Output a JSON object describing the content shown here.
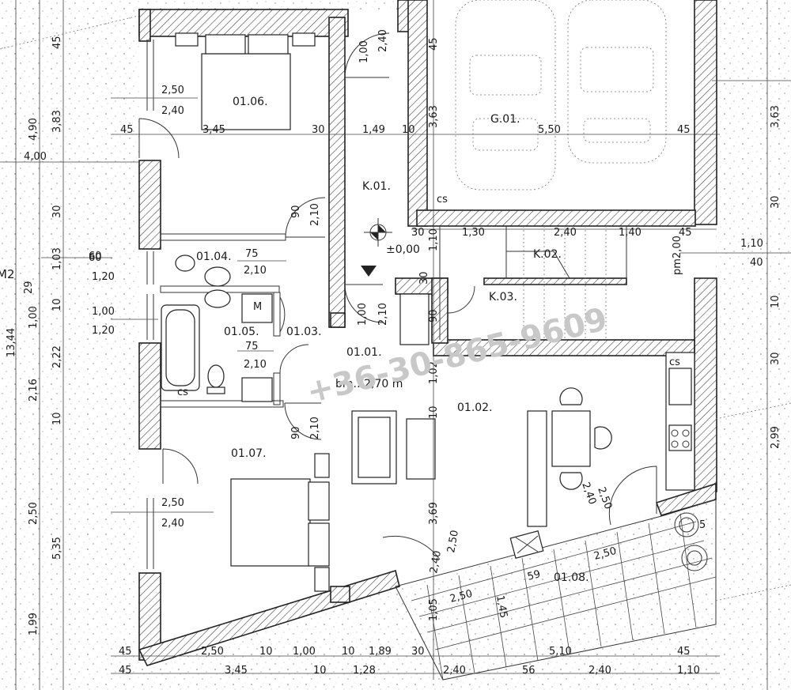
{
  "watermark": "+36-30-865-9609",
  "rooms": {
    "r0106": "01.06.",
    "r0107": "01.07.",
    "r0104": "01.04.",
    "r0105": "01.05.",
    "r0103": "01.03.",
    "r0101": "01.01.",
    "r0102": "01.02.",
    "r0108": "01.08.",
    "k01": "K.01.",
    "k02": "K.02.",
    "k03": "K.03.",
    "g01": "G.01.",
    "bm": "bm.: 2,70 m",
    "level": "±0,00",
    "m2": "M2",
    "pm": "pm2,00",
    "cs1": "cs",
    "cs2": "cs",
    "cs3": "cs",
    "m": "M"
  },
  "dims_left_vertical": [
    "13,44",
    "4,90",
    "3,83",
    "4,00",
    "45",
    "30",
    "60",
    "1,03",
    "29",
    "1,00",
    "2,22",
    "2,16",
    "10",
    "2,50",
    "5,35",
    "1,99",
    "10"
  ],
  "dims": {
    "d_250a": "2,50",
    "d_240a": "2,40",
    "d_345a": "3,45",
    "d_30a": "30",
    "d_149": "1,49",
    "d_10a": "10",
    "d_550": "5,50",
    "d_45a": "45",
    "d_45b": "45",
    "d_100a": "1,00",
    "d_240b": "2,40",
    "d_45c": "45",
    "d_363a": "3,63",
    "d_363b": "3,63",
    "d_90a": "90",
    "d_210a": "2,10",
    "d_30b": "30",
    "d_130": "1,30",
    "d_240c": "2,40",
    "d_140": "1,40",
    "d_45d": "45",
    "d_110a": "1,10",
    "d_40": "40",
    "d_60": "60",
    "d_120a": "1,20",
    "d_75a": "75",
    "d_210b": "2,10",
    "d_100b": "1,00",
    "d_120b": "1,20",
    "d_75b": "75",
    "d_210c": "2,10",
    "d_100c": "1,00",
    "d_210d": "2,10",
    "d_110b": "1,10",
    "d_30c": "30",
    "d_90b": "90",
    "d_102": "1,02",
    "d_10b": "10",
    "d_90c": "90",
    "d_210e": "2,10",
    "d_250b": "2,50",
    "d_240d": "2,40",
    "d_369": "3,69",
    "d_250c": "2,50",
    "d_240e": "2,40",
    "d_250d": "2,50",
    "d_240f": "2,40",
    "d_250e": "2,50",
    "d_59": "59",
    "d_250f": "2,50",
    "d_105": "1,05",
    "d_145": "1,45",
    "d_5": "5",
    "d_299": "2,99",
    "d_30d": "30",
    "d_10c": "10",
    "d_30e": "30",
    "b1_45": "45",
    "b1_250": "2,50",
    "b1_10": "10",
    "b1_100": "1,00",
    "b1_10b": "10",
    "b1_189": "1,89",
    "b1_30": "30",
    "b1_510": "5,10",
    "b1_45b": "45",
    "b2_45": "45",
    "b2_345": "3,45",
    "b2_10": "10",
    "b2_128": "1,28",
    "b2_240": "2,40",
    "b2_56": "56",
    "b2_240b": "2,40",
    "b2_110": "1,10"
  }
}
